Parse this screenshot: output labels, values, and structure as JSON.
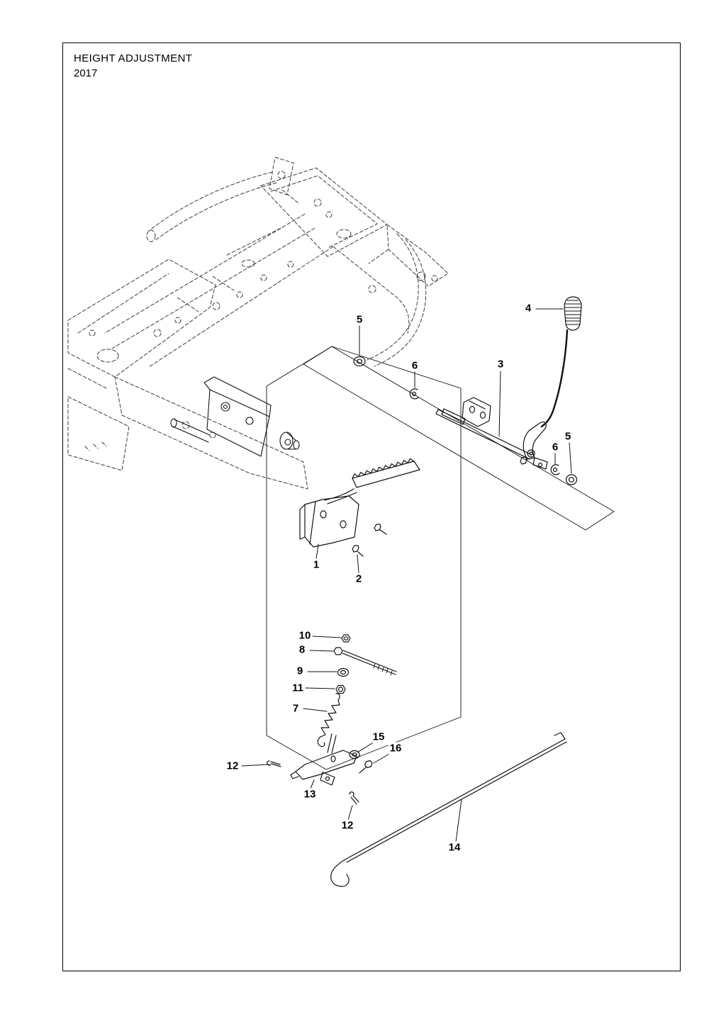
{
  "page": {
    "title": "HEIGHT ADJUSTMENT",
    "subtitle": "2017"
  },
  "colors": {
    "line": "#111111",
    "phantom_line": "#3a3a3a",
    "background": "#ffffff"
  },
  "callouts": [
    {
      "label": "5"
    },
    {
      "label": "4"
    },
    {
      "label": "6"
    },
    {
      "label": "3"
    },
    {
      "label": "5"
    },
    {
      "label": "6"
    },
    {
      "label": "1"
    },
    {
      "label": "2"
    },
    {
      "label": "10"
    },
    {
      "label": "8"
    },
    {
      "label": "9"
    },
    {
      "label": "11"
    },
    {
      "label": "7"
    },
    {
      "label": "15"
    },
    {
      "label": "16"
    },
    {
      "label": "12"
    },
    {
      "label": "13"
    },
    {
      "label": "12"
    },
    {
      "label": "14"
    }
  ]
}
